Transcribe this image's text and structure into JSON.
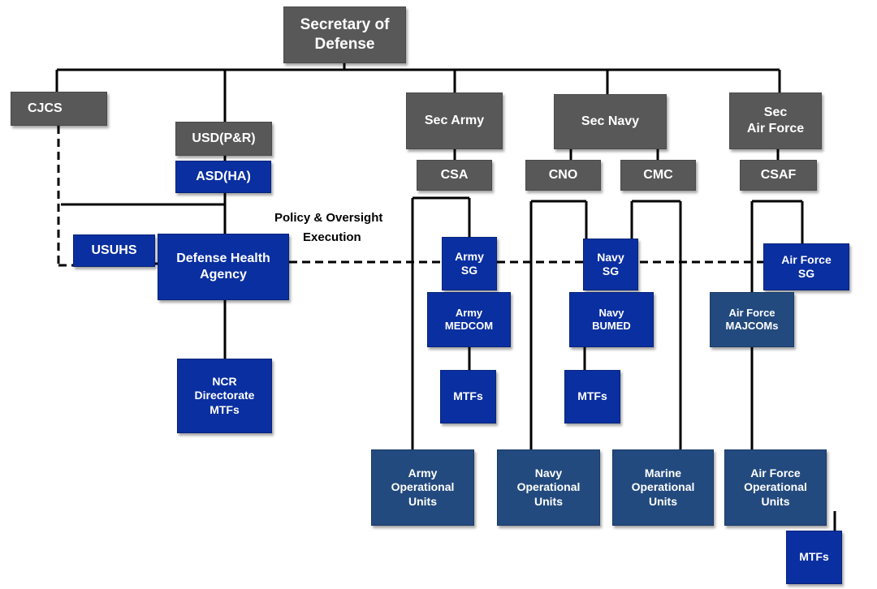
{
  "colors": {
    "leadership_gray": "#585858",
    "medical_blue": "#0a2fa0",
    "operational_navy": "#234a7e",
    "line": "#000000"
  },
  "nodes": {
    "secdef": "Secretary of\nDefense",
    "cjcs": "CJCS",
    "usd_pr": "USD(P&R)",
    "asd_ha": "ASD(HA)",
    "usuhs": "USUHS",
    "dha": "Defense Health\nAgency",
    "ncr_mtfs": "NCR\nDirectorate\nMTFs",
    "sec_army": "Sec Army",
    "csa": "CSA",
    "army_sg": "Army\nSG",
    "army_medcom": "Army\nMEDCOM",
    "army_mtfs": "MTFs",
    "army_ops": "Army\nOperational\nUnits",
    "sec_navy": "Sec Navy",
    "cno": "CNO",
    "cmc": "CMC",
    "navy_sg": "Navy\nSG",
    "navy_bumed": "Navy\nBUMED",
    "navy_mtfs": "MTFs",
    "navy_ops": "Navy\nOperational\nUnits",
    "marine_ops": "Marine\nOperational\nUnits",
    "sec_af": "Sec\nAir Force",
    "csaf": "CSAF",
    "af_sg": "Air Force\nSG",
    "af_majcoms": "Air Force\nMAJCOMs",
    "af_ops": "Air Force\nOperational\nUnits",
    "af_mtfs": "MTFs"
  },
  "labels": {
    "policy_oversight": "Policy & Oversight",
    "execution": "Execution"
  }
}
